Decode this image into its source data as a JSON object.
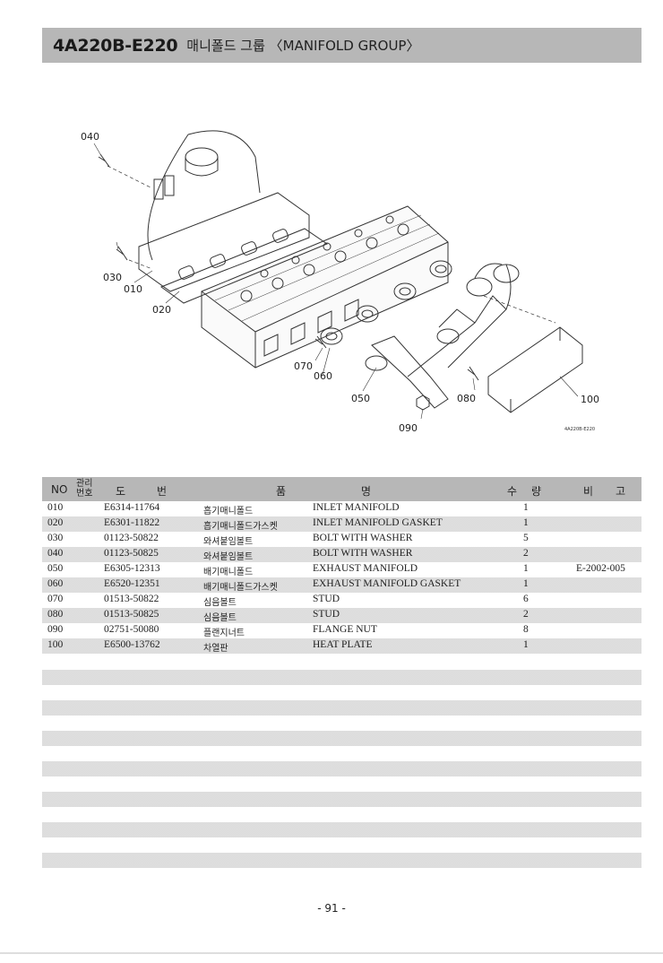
{
  "header": {
    "code": "4A220B-E220",
    "title": "매니폴드 그룹 〈MANIFOLD GROUP〉"
  },
  "figure": {
    "callouts": [
      "040",
      "030",
      "010",
      "020",
      "070",
      "060",
      "050",
      "090",
      "080",
      "100"
    ],
    "figure_code": "4A220B-E220"
  },
  "table": {
    "headers": {
      "no": "NO",
      "mgmt_top": "관리",
      "mgmt_bottom": "번호",
      "part_1": "도",
      "part_2": "번",
      "name_1": "품",
      "name_2": "명",
      "qty_1": "수",
      "qty_2": "량",
      "remarks_1": "비",
      "remarks_2": "고"
    },
    "rows": [
      {
        "no": "010",
        "part": "E6314-11764",
        "kr": "흡기매니폴드",
        "en": "INLET MANIFOLD",
        "qty": "1",
        "remarks": ""
      },
      {
        "no": "020",
        "part": "E6301-11822",
        "kr": "흡기매니폴드가스켓",
        "en": "INLET MANIFOLD GASKET",
        "qty": "1",
        "remarks": ""
      },
      {
        "no": "030",
        "part": "01123-50822",
        "kr": "와셔붙임볼트",
        "en": "BOLT WITH WASHER",
        "qty": "5",
        "remarks": ""
      },
      {
        "no": "040",
        "part": "01123-50825",
        "kr": "와셔붙임볼트",
        "en": "BOLT WITH WASHER",
        "qty": "2",
        "remarks": ""
      },
      {
        "no": "050",
        "part": "E6305-12313",
        "kr": "배기매니폴드",
        "en": "EXHAUST MANIFOLD",
        "qty": "1",
        "remarks": "E-2002-005"
      },
      {
        "no": "060",
        "part": "E6520-12351",
        "kr": "배기매니폴드가스켓",
        "en": "EXHAUST MANIFOLD GASKET",
        "qty": "1",
        "remarks": ""
      },
      {
        "no": "070",
        "part": "01513-50822",
        "kr": "심음볼트",
        "en": "STUD",
        "qty": "6",
        "remarks": ""
      },
      {
        "no": "080",
        "part": "01513-50825",
        "kr": "심음볼트",
        "en": "STUD",
        "qty": "2",
        "remarks": ""
      },
      {
        "no": "090",
        "part": "02751-50080",
        "kr": "플랜지너트",
        "en": "FLANGE NUT",
        "qty": "8",
        "remarks": ""
      },
      {
        "no": "100",
        "part": "E6500-13762",
        "kr": "차열판",
        "en": "HEAT PLATE",
        "qty": "1",
        "remarks": ""
      }
    ]
  },
  "footer": {
    "page": "- 91 -"
  }
}
